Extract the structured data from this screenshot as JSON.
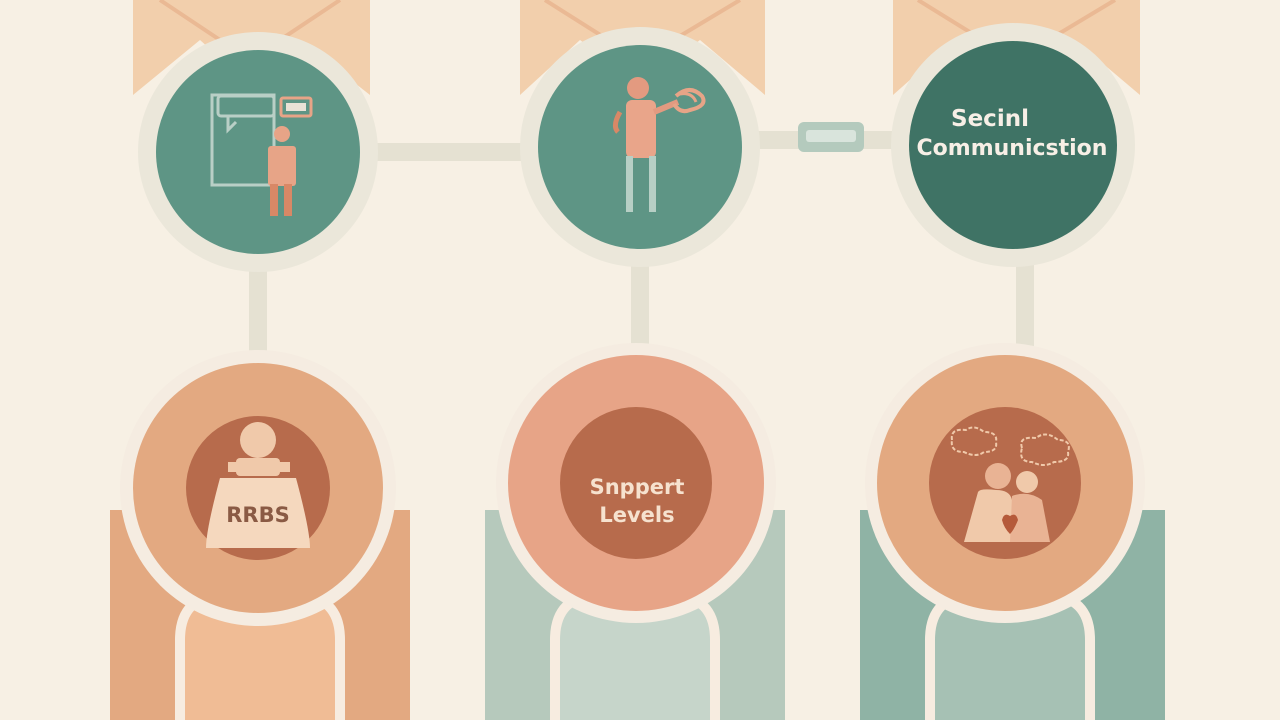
{
  "palette": {
    "background": "#f7f0e4",
    "ring": "#e7e4d6",
    "teal": "#5e9585",
    "teal_dark": "#3f7365",
    "teal_light": "#a9c3b5",
    "peach": "#f2cfac",
    "terracotta": "#b76b4c",
    "salmon": "#e7a487",
    "orange_sand": "#e3a981",
    "figure": "#e39a80",
    "cream_text": "#f6e2cf",
    "white_text": "#f7efe6"
  },
  "nodes": {
    "top_left": {
      "icon": "person-with-chat-screen-icon"
    },
    "top_middle": {
      "icon": "person-with-lungs-icon"
    },
    "top_right": {
      "line1": "Secinl",
      "line2": "Communicstion"
    },
    "bottom_left": {
      "icon": "figure-bust-icon",
      "label": "RRBS"
    },
    "bottom_middle": {
      "line1": "Snppert",
      "line2": "Levels"
    },
    "bottom_right": {
      "icon": "two-people-thought-bubbles-icon"
    }
  }
}
